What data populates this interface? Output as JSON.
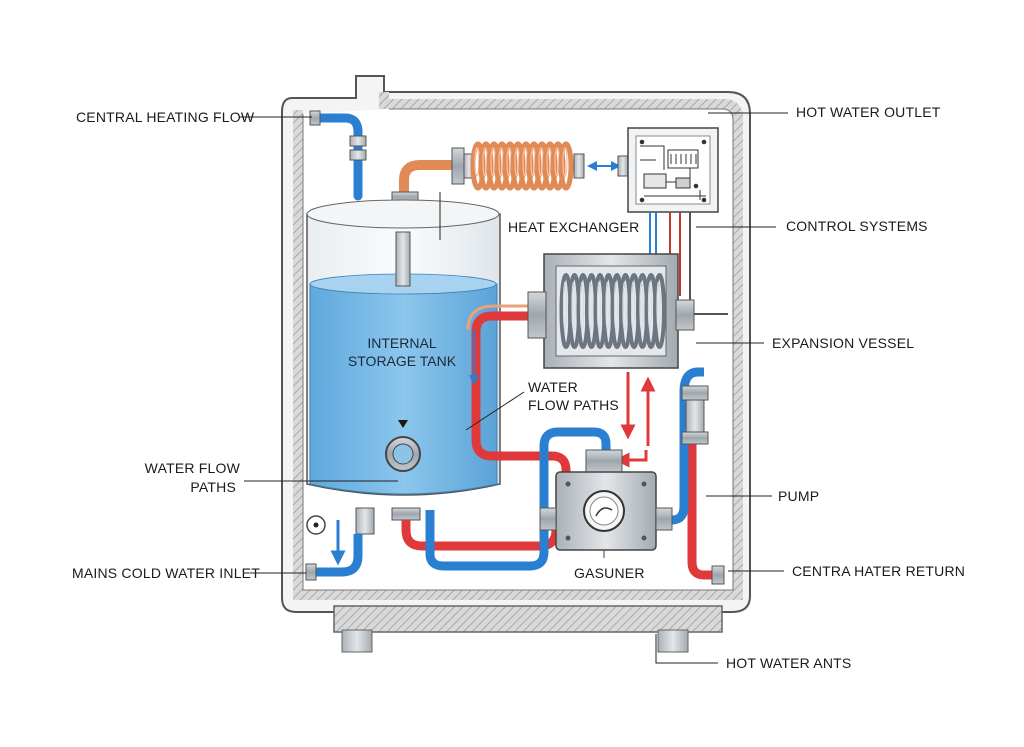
{
  "labels": {
    "central_heating_flow": "CENTRAL HEATING FLOW",
    "hot_water_outlet": "HOT WATER OUTLET",
    "heat_exchanger": "HEAT EXCHANGER",
    "control_systems": "CONTROL SYSTEMS",
    "expansion_vessel": "EXPANSION VESSEL",
    "internal_storage_tank_line1": "INTERNAL",
    "internal_storage_tank_line2": "STORAGE TANK",
    "water_flow_paths_center_line1": "WATER",
    "water_flow_paths_center_line2": "FLOW PATHS",
    "water_flow_paths_left_line1": "WATER FLOW",
    "water_flow_paths_left_line2": "PATHS",
    "pump": "PUMP",
    "mains_cold_water_inlet": "MAINS COLD WATER INLET",
    "gasuner": "GASUNER",
    "centra_hater_return": "CENTRA HATER RETURN",
    "hot_water_ants": "HOT WATER ANTS"
  },
  "colors": {
    "hot_pipe": "#e0393b",
    "cold_pipe": "#2a7fd0",
    "copper_coil": "#e08a55",
    "tank_water": "#7fbde6",
    "casing": "#c8c8c8",
    "metal": "#9aa3ab"
  }
}
